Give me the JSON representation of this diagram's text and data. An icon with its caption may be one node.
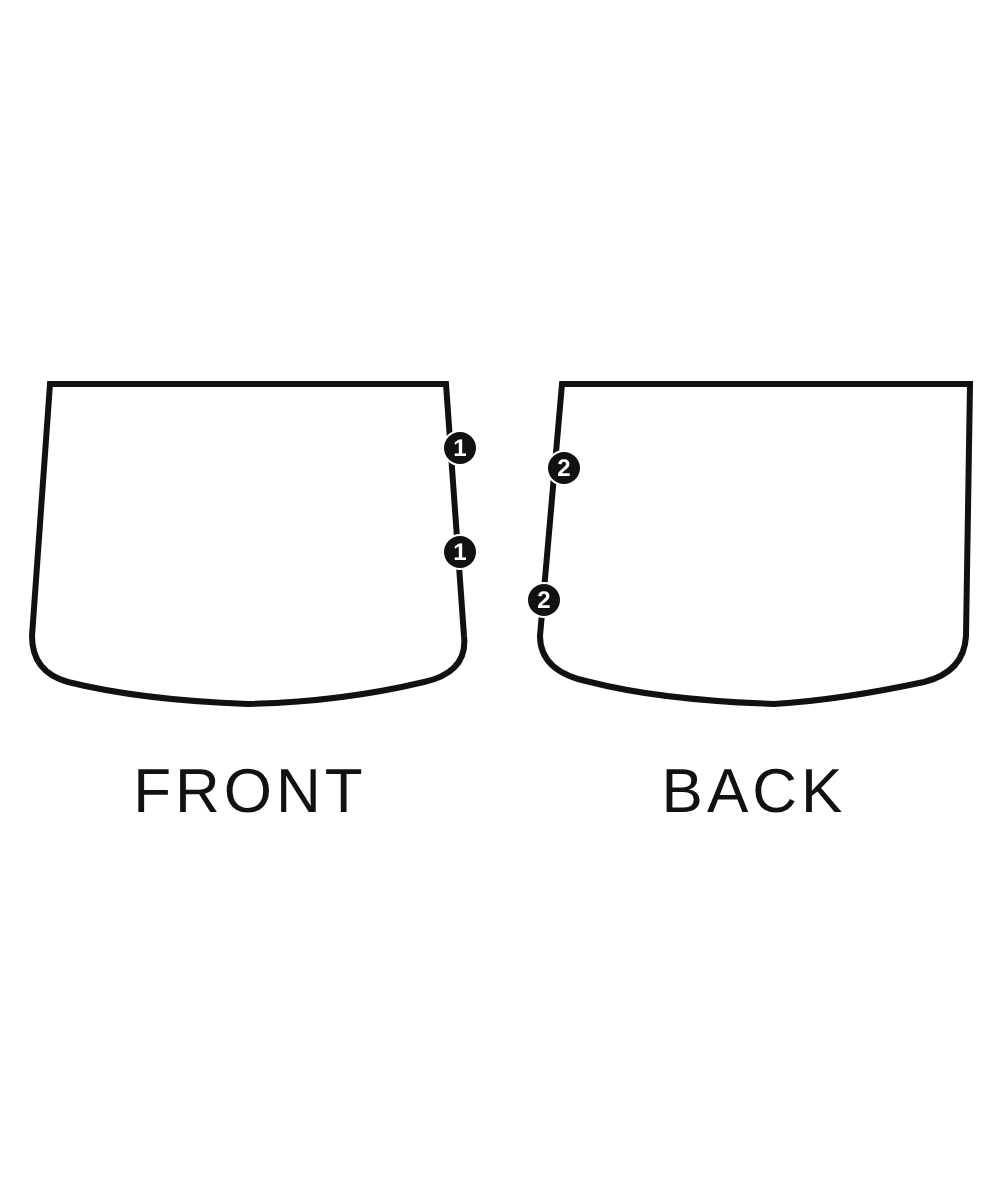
{
  "diagram": {
    "nodes": [
      {
        "text": [
          "FRONT"
        ]
      },
      {
        "text": [
          "BACK"
        ]
      }
    ],
    "labels": [
      "1",
      "2",
      "1",
      "2"
    ]
  }
}
